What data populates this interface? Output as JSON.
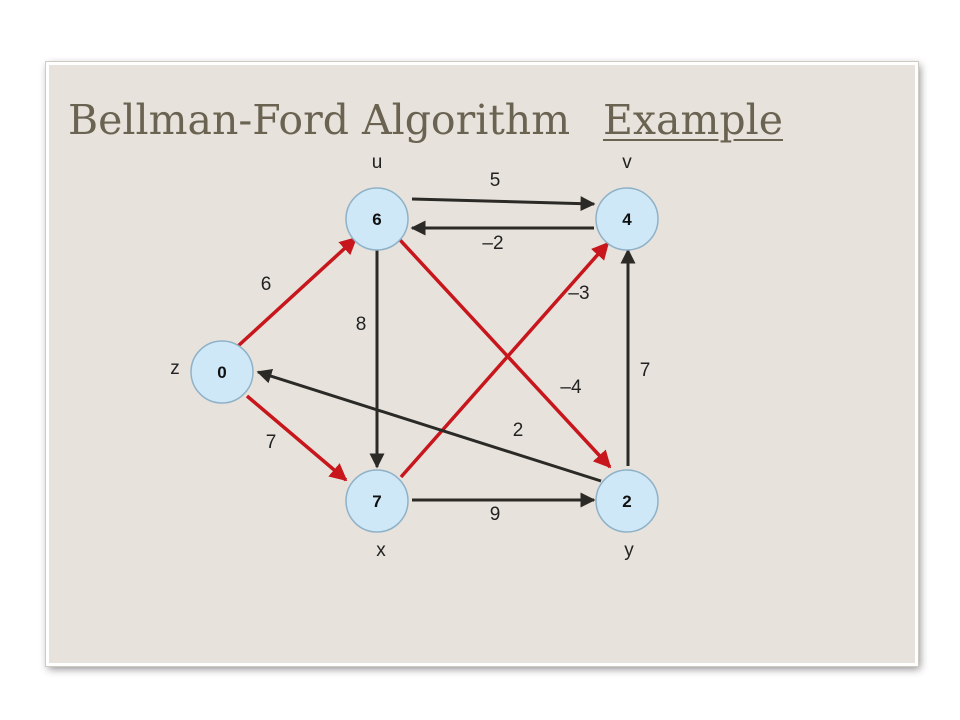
{
  "title": {
    "main": "Bellman-Ford Algorithm",
    "sub": "Example"
  },
  "colors": {
    "background": "#e7e3dc",
    "node_fill": "#cfe8f8",
    "node_stroke": "#8fb1c7",
    "edge_normal": "#2b2a27",
    "edge_highlight": "#c8161d"
  },
  "nodes": [
    {
      "id": "u",
      "label": "u",
      "value": "6"
    },
    {
      "id": "v",
      "label": "v",
      "value": "4"
    },
    {
      "id": "z",
      "label": "z",
      "value": "0"
    },
    {
      "id": "x",
      "label": "x",
      "value": "7"
    },
    {
      "id": "y",
      "label": "y",
      "value": "2"
    }
  ],
  "edges": [
    {
      "from": "u",
      "to": "v",
      "weight": "5",
      "highlighted": false
    },
    {
      "from": "v",
      "to": "u",
      "weight": "–2",
      "highlighted": false
    },
    {
      "from": "z",
      "to": "u",
      "weight": "6",
      "highlighted": true
    },
    {
      "from": "u",
      "to": "x",
      "weight": "8",
      "highlighted": false
    },
    {
      "from": "x",
      "to": "v",
      "weight": "–3",
      "highlighted": true
    },
    {
      "from": "u",
      "to": "y",
      "weight": "–4",
      "highlighted": true
    },
    {
      "from": "y",
      "to": "v",
      "weight": "7",
      "highlighted": false
    },
    {
      "from": "z",
      "to": "x",
      "weight": "7",
      "highlighted": true
    },
    {
      "from": "y",
      "to": "z",
      "weight": "2",
      "highlighted": false
    },
    {
      "from": "x",
      "to": "y",
      "weight": "9",
      "highlighted": false
    }
  ]
}
